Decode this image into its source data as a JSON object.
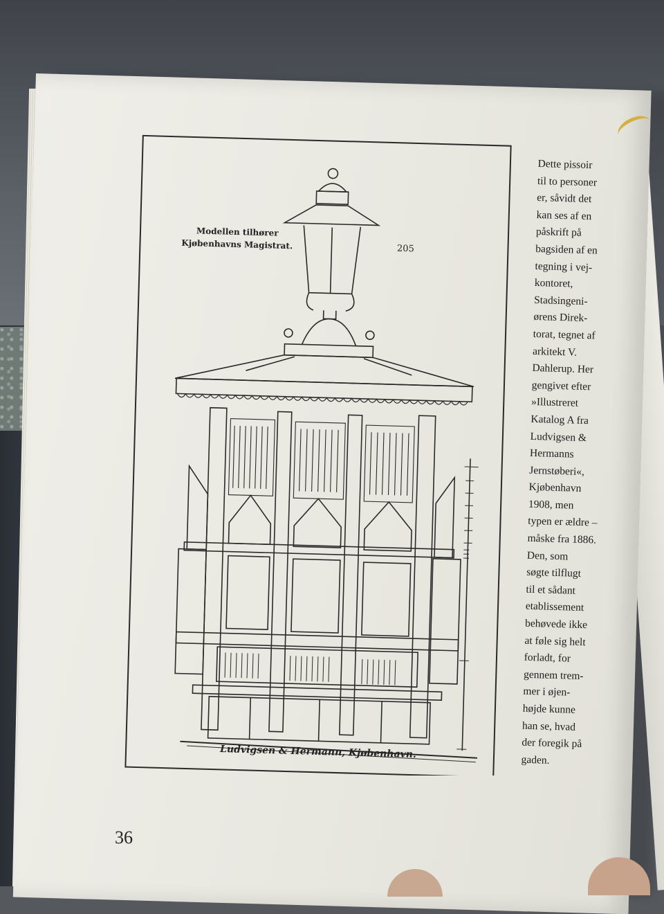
{
  "illustration": {
    "caption_line1": "Modellen tilhører",
    "caption_line2": "Kjøbenhavns Magistrat.",
    "plate_number": "205",
    "maker_signature": "Ludvigsen & Hermann, Kjøbenhavn."
  },
  "text_lines": [
    "Dette pissoir",
    "til to personer",
    "er, såvidt det",
    "kan ses af en",
    "påskrift på",
    "bagsiden af en",
    "tegning i vej-",
    "kontoret,",
    "Stadsingeni-",
    "ørens Direk-",
    "torat, tegnet af",
    "arkitekt V.",
    "Dahlerup. Her",
    "gengivet efter",
    "»Illustreret",
    "Katalog A fra",
    "Ludvigsen &",
    "Hermanns",
    "Jernstøberi«,",
    "Kjøbenhavn",
    "1908, men",
    "typen er ældre –",
    "måske fra 1886.",
    "Den, som",
    "søgte tilflugt",
    "til et sådant",
    "etablissement",
    "behøvede ikke",
    "at føle sig helt",
    "forladt, for",
    "gennem trem-",
    "mer i øjen-",
    "højde kunne",
    "han se, hvad",
    "der foregik på",
    "gaden."
  ],
  "page_number": "36"
}
